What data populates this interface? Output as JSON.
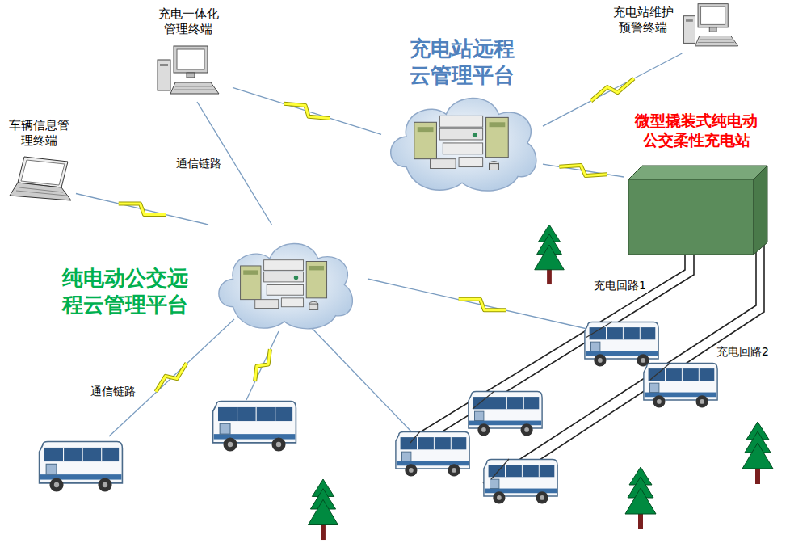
{
  "diagram": {
    "nodes": [
      {
        "text": [
          "充电一体化 管理终端"
        ]
      },
      {
        "text": [
          "充电站维护 预警终端"
        ]
      },
      {
        "text": [
          "车辆信息管 理终端"
        ]
      },
      {
        "text": [
          "充电站远程 云管理平台"
        ]
      },
      {
        "text": [
          "纯电动公交远 程云管理平台"
        ]
      },
      {
        "text": [
          "微型撬装式纯电动 公交柔性充电站"
        ]
      }
    ],
    "edges": [
      {
        "from": 0,
        "to": 3,
        "arrow": "none"
      },
      {
        "from": 0,
        "to": 4,
        "label": "通信链路",
        "arrow": "none"
      },
      {
        "from": 1,
        "to": 3,
        "arrow": "none"
      },
      {
        "from": 3,
        "to": 5,
        "arrow": "none"
      },
      {
        "from": 2,
        "to": 4,
        "arrow": "none"
      }
    ],
    "labels": [
      "通信链路",
      "充电回路1",
      "充电回路2"
    ]
  }
}
